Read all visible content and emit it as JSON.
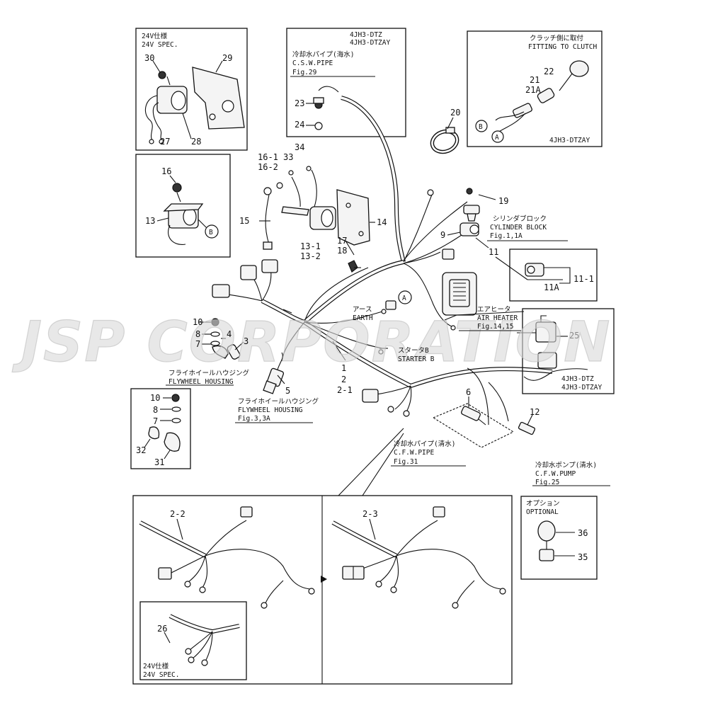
{
  "watermark": {
    "text": "JSP CORPORATION"
  },
  "boxes": {
    "spec24_top": {
      "line1": "24V仕様",
      "line2": "24V SPEC."
    },
    "csw_pipe": {
      "model1": "4JH3-DTZ",
      "model2": "4JH3-DTZAY",
      "title_jp": "冷却水パイプ(海水)",
      "title_en": "C.S.W.PIPE",
      "fig": "Fig.29"
    },
    "clutch": {
      "title_jp": "クラッチ側に取付",
      "title_en": "FITTING TO CLUTCH",
      "model": "4JH3-DTZAY"
    },
    "relay_models": {
      "model1": "4JH3-DTZ",
      "model2": "4JH3-DTZAY"
    },
    "optional": {
      "title_jp": "オプション",
      "title_en": "OPTIONAL"
    },
    "spec24_bottom": {
      "line1": "24V仕様",
      "line2": "24V SPEC."
    }
  },
  "annotations": {
    "cylinder_block": {
      "jp": "シリンダブロック",
      "en": "CYLINDER BLOCK",
      "fig": "Fig.1,1A"
    },
    "air_heater": {
      "jp": "エアヒータ",
      "en": "AIR HEATER",
      "fig": "Fig.14,15"
    },
    "earth": {
      "jp": "アース",
      "en": "EARTH"
    },
    "starter": {
      "jp": "スタータB",
      "en": "STARTER B"
    },
    "flywheel_1": {
      "jp": "フライホイールハウジング",
      "en": "FLYWHEEL HOUSING"
    },
    "flywheel_2": {
      "jp": "フライホイールハウジング",
      "en": "FLYWHEEL HOUSING",
      "fig": "Fig.3,3A"
    },
    "cfw_pipe": {
      "jp": "冷却水パイプ(清水)",
      "en": "C.F.W.PIPE",
      "fig": "Fig.31"
    },
    "cfw_pump": {
      "jp": "冷却水ポンプ(清水)",
      "en": "C.F.W.PUMP",
      "fig": "Fig.25"
    }
  },
  "callouts": {
    "c1": "1",
    "c2": "2",
    "c2_1": "2-1",
    "c2_2": "2-2",
    "c2_3": "2-3",
    "c3": "3",
    "c4": "4",
    "c5": "5",
    "c6": "6",
    "c7a": "7",
    "c7b": "7",
    "c8a": "8",
    "c8b": "8",
    "c9": "9",
    "c10a": "10",
    "c10b": "10",
    "c11": "11",
    "c11_1": "11-1",
    "c11A": "11A",
    "c12": "12",
    "c13": "13",
    "c13_1": "13-1",
    "c13_2": "13-2",
    "c14": "14",
    "c15": "15",
    "c16": "16",
    "c16_1": "16-1",
    "c16_2": "16-2",
    "c17": "17",
    "c18": "18",
    "c19": "19",
    "c20": "20",
    "c21": "21",
    "c21A": "21A",
    "c22": "22",
    "c23": "23",
    "c24": "24",
    "c25": "25",
    "c26": "26",
    "c27": "27",
    "c28": "28",
    "c29": "29",
    "c30": "30",
    "c31": "31",
    "c32": "32",
    "c33": "33",
    "c34": "34",
    "c35": "35",
    "c36": "36"
  },
  "refs": {
    "A": "A",
    "B": "B"
  }
}
